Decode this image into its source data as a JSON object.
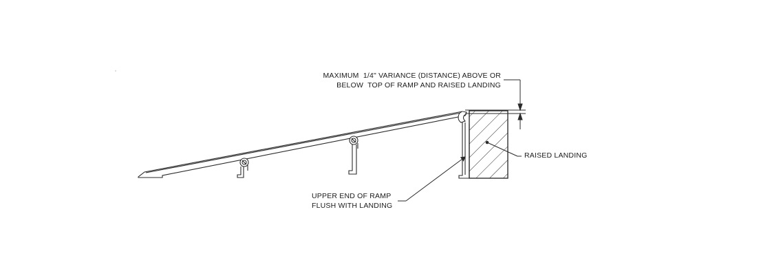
{
  "labels": {
    "variance_line1": "MAXIMUM  1/4\" VARIANCE (DISTANCE) ABOVE OR",
    "variance_line2": "BELOW  TOP OF RAMP AND RAISED LANDING",
    "raised_landing": "RAISED LANDING",
    "upper_end_line1": "UPPER END OF RAMP",
    "upper_end_line2": "FLUSH WITH LANDING"
  },
  "colors": {
    "line": "#2a2a2a",
    "background": "#ffffff"
  }
}
